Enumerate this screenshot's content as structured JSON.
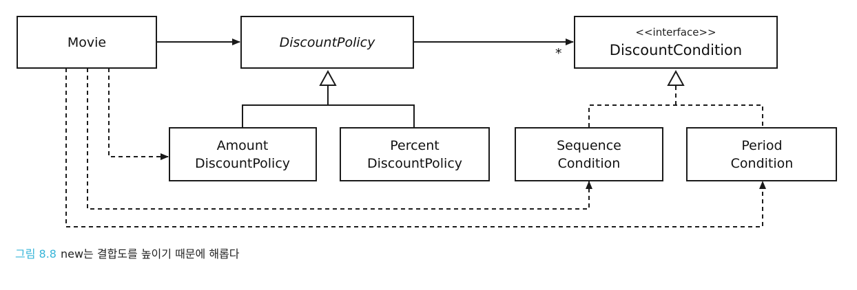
{
  "nodes": {
    "movie": {
      "label": "Movie"
    },
    "discount_policy": {
      "label": "DiscountPolicy"
    },
    "discount_condition": {
      "stereotype": "<<interface>>",
      "label": "DiscountCondition"
    },
    "amount_discount_policy": {
      "line1": "Amount",
      "line2": "DiscountPolicy"
    },
    "percent_discount_policy": {
      "line1": "Percent",
      "line2": "DiscountPolicy"
    },
    "sequence_condition": {
      "line1": "Sequence",
      "line2": "Condition"
    },
    "period_condition": {
      "line1": "Period",
      "line2": "Condition"
    }
  },
  "multiplicity": "*",
  "caption": {
    "figure_label": "그림 8.8",
    "text": "new는 결합도를 높이기 때문에 해롭다"
  }
}
